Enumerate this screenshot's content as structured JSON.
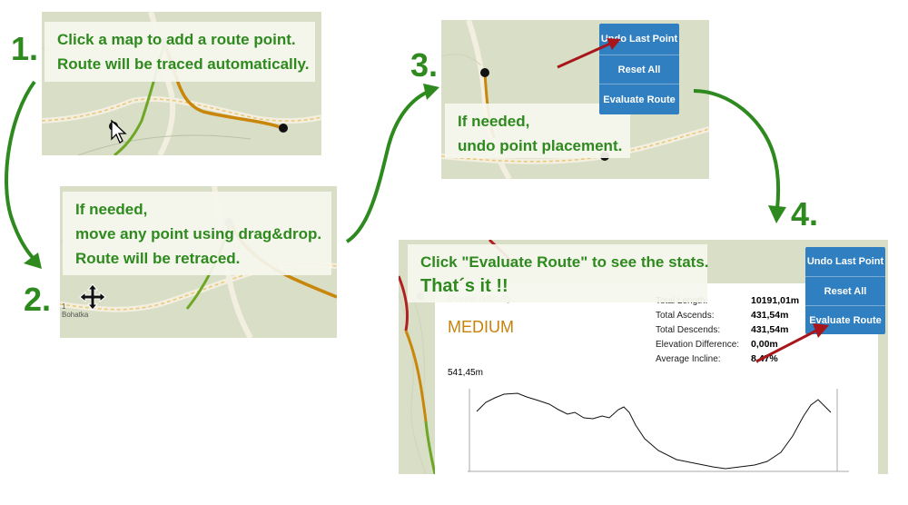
{
  "colors": {
    "step_green": "#2e8a1e",
    "map_background": "#d9dec6",
    "button_blue": "#2f7fc1",
    "route_orange": "#c8860a",
    "arrow_red": "#a8161c",
    "difficulty_orange": "#c8820a"
  },
  "steps": [
    {
      "number": "1.",
      "lines": [
        "Click a map to add a route point.",
        "Route will be traced automatically."
      ]
    },
    {
      "number": "2.",
      "lines": [
        "If needed,",
        "move any point using drag&drop.",
        "Route will be retraced."
      ],
      "map_label_number": "1",
      "map_label_name": "Bohatka"
    },
    {
      "number": "3.",
      "lines": [
        "If needed,",
        "undo point placement."
      ]
    },
    {
      "number": "4.",
      "lines": [
        "Click \"Evaluate Route\" to see the stats.",
        "That´s it !!"
      ]
    }
  ],
  "buttons": {
    "undo_label": "Undo Last Point",
    "reset_label": "Reset All",
    "evaluate_label": "Evaluate Route"
  },
  "stats": {
    "difficulty_caption": "Overall difficulty",
    "difficulty_value": "MEDIUM",
    "rows": [
      {
        "label": "Total Length:",
        "value": "10191,01m"
      },
      {
        "label": "Total Ascends:",
        "value": "431,54m"
      },
      {
        "label": "Total Descends:",
        "value": "431,54m"
      },
      {
        "label": "Elevation Difference:",
        "value": "0,00m"
      },
      {
        "label": "Average Incline:",
        "value": "8,47%"
      }
    ],
    "max_elevation_label": "541,45m"
  },
  "icons": {
    "cursor": "arrow-cursor-icon",
    "move": "move-cursor-icon",
    "flow_arrow": "curved-green-arrow-icon",
    "pointer_arrow": "red-pointer-arrow-icon"
  }
}
